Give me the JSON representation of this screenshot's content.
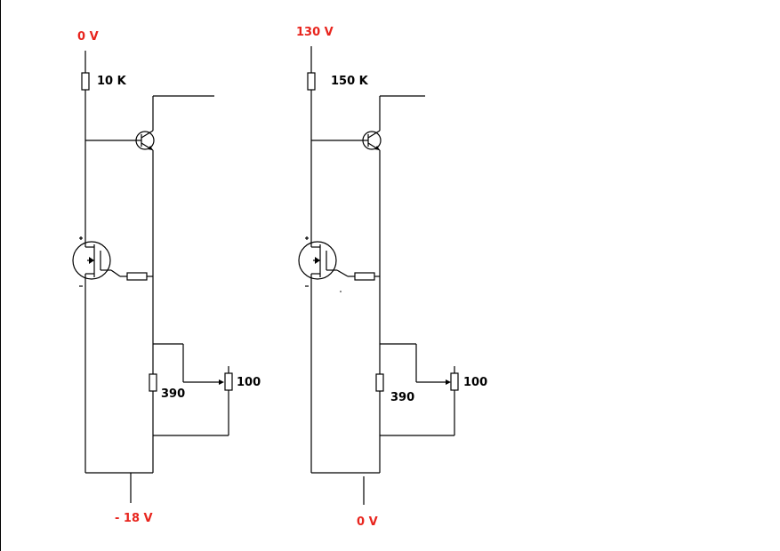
{
  "colors": {
    "rail": "#e8251e",
    "ink": "#000000"
  },
  "circuits": [
    {
      "top_rail": "0 V",
      "bottom_rail": "- 18 V",
      "resistor_top": "10 K",
      "resistor_mid": "390",
      "potentiometer": "100"
    },
    {
      "top_rail": "130 V",
      "bottom_rail": "0 V",
      "resistor_top": "150 K",
      "resistor_mid": "390",
      "potentiometer": "100"
    }
  ]
}
